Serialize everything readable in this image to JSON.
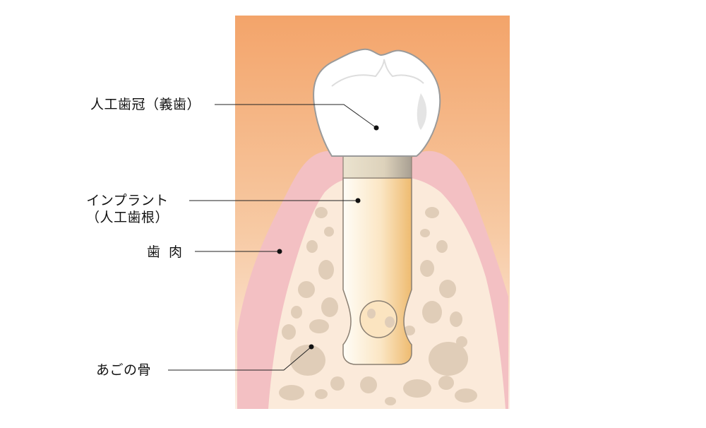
{
  "labels": {
    "crown": "人工歯冠（義歯）",
    "implant_line1": "インプラント",
    "implant_line2": "（人工歯根）",
    "gum": "歯肉",
    "bone": "あごの骨"
  },
  "colors": {
    "background_top": "#f3a46a",
    "background_bottom": "#fcecdf",
    "gum": "#f2bfc2",
    "bone": "#fbe9d6",
    "bone_cavities": "#e0cdb8",
    "crown": "#ffffff",
    "abutment": "#d9cfbb",
    "implant_light": "#fffaf0",
    "implant_dark": "#f0c47e",
    "leader_line": "#222222"
  }
}
